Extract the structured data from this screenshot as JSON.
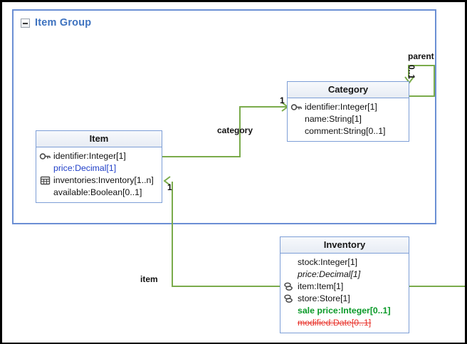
{
  "diagram": {
    "type": "uml-class-diagram",
    "accent_blue": "#6b8fd4",
    "link_green": "#7aab4b",
    "title_blue": "#3d72bf"
  },
  "group": {
    "label": "Item Group",
    "collapse_icon": "minus-square-icon"
  },
  "classes": [
    {
      "name": "Item",
      "attributes": [
        {
          "text": "identifier:Integer[1]",
          "icon": "key-icon",
          "style": "plain"
        },
        {
          "text": "price:Decimal[1]",
          "icon": "none",
          "style": "blue"
        },
        {
          "text": "inventories:Inventory[1..n]",
          "icon": "table-icon",
          "style": "plain"
        },
        {
          "text": "available:Boolean[0..1]",
          "icon": "none",
          "style": "plain"
        }
      ]
    },
    {
      "name": "Category",
      "attributes": [
        {
          "text": "identifier:Integer[1]",
          "icon": "key-icon",
          "style": "plain"
        },
        {
          "text": "name:String[1]",
          "icon": "none",
          "style": "plain"
        },
        {
          "text": "comment:String[0..1]",
          "icon": "none",
          "style": "plain"
        }
      ]
    },
    {
      "name": "Inventory",
      "attributes": [
        {
          "text": "stock:Integer[1]",
          "icon": "none",
          "style": "plain"
        },
        {
          "text": "price:Decimal[1]",
          "icon": "none",
          "style": "italic"
        },
        {
          "text": "item:Item[1]",
          "icon": "link-icon",
          "style": "plain"
        },
        {
          "text": "store:Store[1]",
          "icon": "link-icon",
          "style": "plain"
        },
        {
          "text": "sale price:Integer[0..1]",
          "icon": "none",
          "style": "green"
        },
        {
          "text": "modified:Date[0..1]",
          "icon": "none",
          "style": "red-strike"
        }
      ]
    }
  ],
  "associations": [
    {
      "label": "category",
      "multiplicity": "1",
      "from": "Item",
      "to": "Category"
    },
    {
      "label": "parent",
      "multiplicity": "0..1",
      "from": "Category",
      "to": "Category"
    },
    {
      "label": "item",
      "multiplicity": "1",
      "from": "Inventory",
      "to": "Item"
    }
  ]
}
